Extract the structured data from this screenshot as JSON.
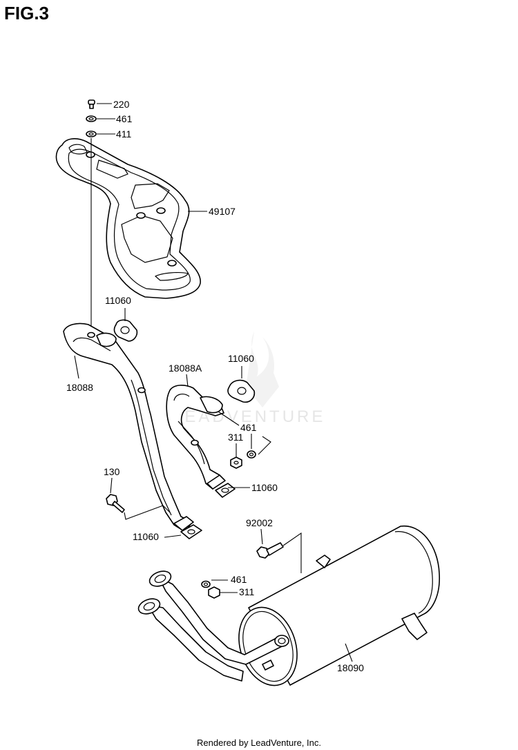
{
  "figure": {
    "title": "FIG.3",
    "footer": "Rendered by LeadVenture, Inc.",
    "watermark": "LEADVENTURE"
  },
  "parts": {
    "p220": "220",
    "p461_top": "461",
    "p411": "411",
    "p49107": "49107",
    "p11060_a": "11060",
    "p18088": "18088",
    "p18088A": "18088A",
    "p11060_b": "11060",
    "p461_mid": "461",
    "p311_mid": "311",
    "p130": "130",
    "p11060_c": "11060",
    "p11060_d": "11060",
    "p92002": "92002",
    "p461_low": "461",
    "p311_low": "311",
    "p18090": "18090"
  }
}
